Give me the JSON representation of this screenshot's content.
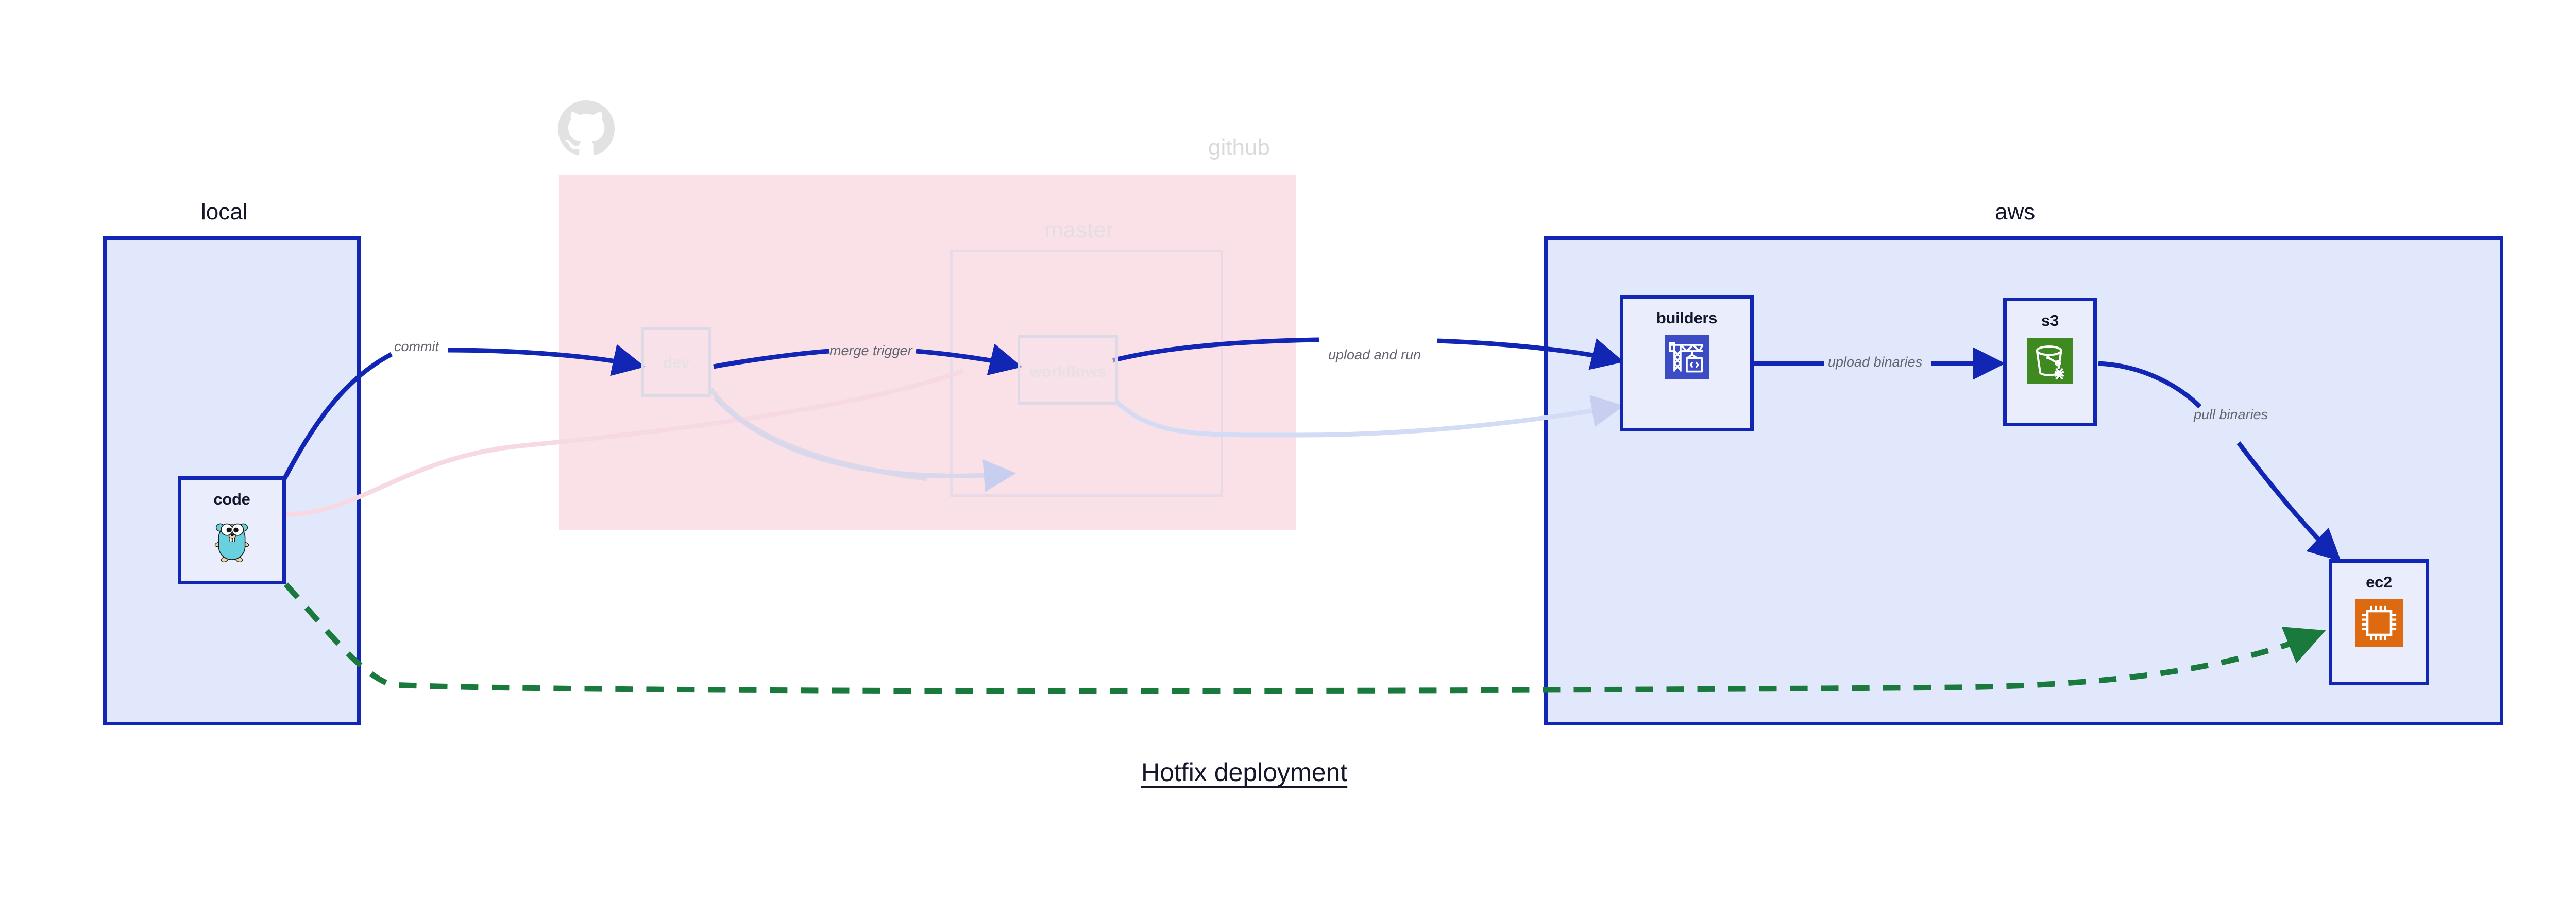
{
  "title": "Hotfix deployment",
  "colors": {
    "edge_active": "#1226b5",
    "edge_ghost": "#c7cef0",
    "edge_ghost_pink": "#f6d9e2",
    "edge_dashed_green": "#1a7a3d",
    "group_border_blue": "#1226b5",
    "group_fill_blue": "#e2e8fb",
    "group_fill_pink": "#fae0e7",
    "node_fill": "#eaeefc",
    "label_gray": "#63656e",
    "faded_gray": "#dadada",
    "text_dark": "#14162c",
    "codebuild_blue": "#3c4cc4",
    "s3_green": "#3e8a21",
    "ec2_orange": "#dd6a11",
    "gopher_cyan": "#69d0e0"
  },
  "groups": [
    {
      "key": "local",
      "label": "local",
      "state": "active"
    },
    {
      "key": "github",
      "label": "github",
      "state": "faded"
    },
    {
      "key": "master",
      "label": "master",
      "state": "faded"
    },
    {
      "key": "aws",
      "label": "aws",
      "state": "active"
    }
  ],
  "nodes": [
    {
      "key": "code",
      "label": "code",
      "icon": "go-gopher-icon",
      "state": "active"
    },
    {
      "key": "dev",
      "label": "dev",
      "icon": "none",
      "state": "ghost"
    },
    {
      "key": "workflows",
      "label": "workflows",
      "icon": "none",
      "state": "ghost"
    },
    {
      "key": "builders",
      "label": "builders",
      "icon": "aws-codebuild-icon",
      "state": "active"
    },
    {
      "key": "s3",
      "label": "s3",
      "icon": "aws-s3-icon",
      "state": "active"
    },
    {
      "key": "ec2",
      "label": "ec2",
      "icon": "aws-ec2-icon",
      "state": "active"
    }
  ],
  "edges": [
    {
      "key": "commit",
      "label": "commit",
      "from": "code",
      "to": "dev",
      "style": "solid-blue"
    },
    {
      "key": "merge-trigger",
      "label": "merge trigger",
      "from": "dev",
      "to": "workflows",
      "style": "solid-blue"
    },
    {
      "key": "upload-and-run",
      "label": "upload and run",
      "from": "workflows",
      "to": "builders",
      "style": "solid-blue"
    },
    {
      "key": "upload-binaries",
      "label": "upload binaries",
      "from": "builders",
      "to": "s3",
      "style": "solid-blue"
    },
    {
      "key": "pull-binaries",
      "label": "pull binaries",
      "from": "s3",
      "to": "ec2",
      "style": "solid-blue"
    },
    {
      "key": "hotfix-direct",
      "label": "",
      "from": "code",
      "to": "ec2",
      "style": "dashed-green"
    }
  ],
  "icon_names": {
    "github": "github-octocat-icon",
    "code": "go-gopher-icon",
    "builders": "aws-codebuild-icon",
    "s3": "aws-s3-icon",
    "ec2": "aws-ec2-icon"
  }
}
